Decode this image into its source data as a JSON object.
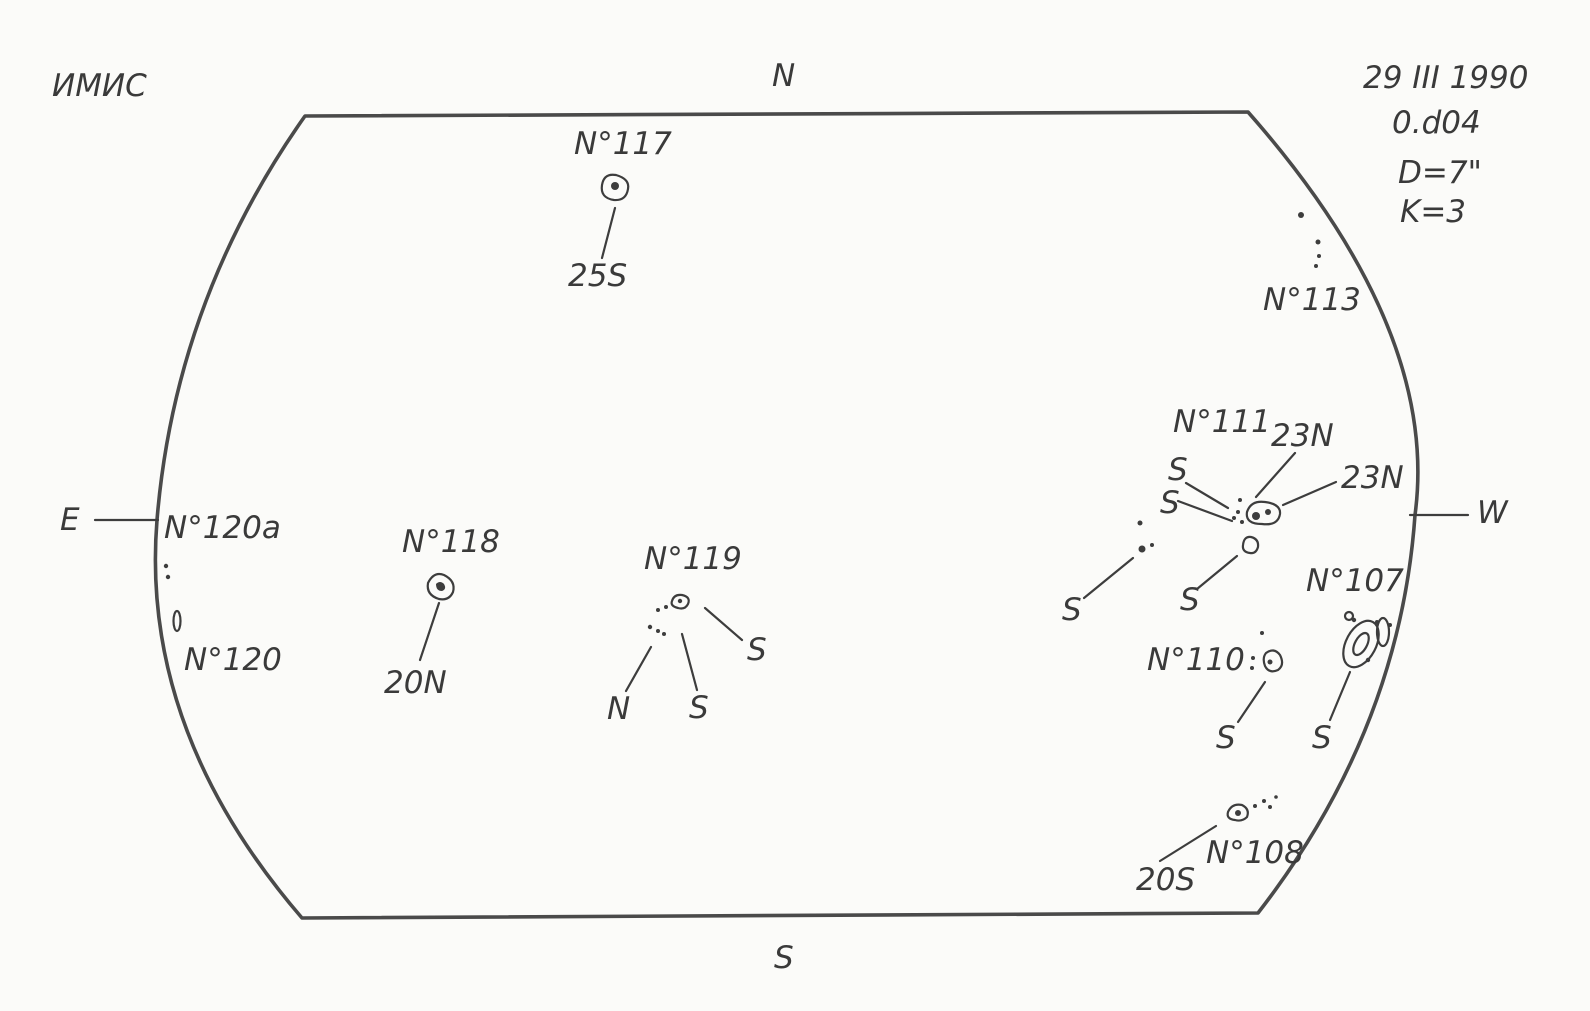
{
  "header": {
    "institution": "ИМИС",
    "date": "29 III 1990",
    "time": "0.d04",
    "diameter": "D=7\"",
    "quality": "K=3"
  },
  "compass": {
    "north": "N",
    "south": "S",
    "east": "E",
    "west": "W"
  },
  "groups": [
    {
      "label": "N°117",
      "polarity": "25S"
    },
    {
      "label": "N°113"
    },
    {
      "label": "N°111",
      "polarities": [
        "23N",
        "23N",
        "S",
        "S",
        "S",
        "S"
      ]
    },
    {
      "label": "N°120a"
    },
    {
      "label": "N°120"
    },
    {
      "label": "N°118",
      "polarity": "20N"
    },
    {
      "label": "N°119",
      "polarities": [
        "S",
        "N",
        "S"
      ]
    },
    {
      "label": "N°107",
      "polarity": "S"
    },
    {
      "label": "N°110",
      "polarity": "S"
    },
    {
      "label": "N°108",
      "polarity": "20S"
    }
  ]
}
